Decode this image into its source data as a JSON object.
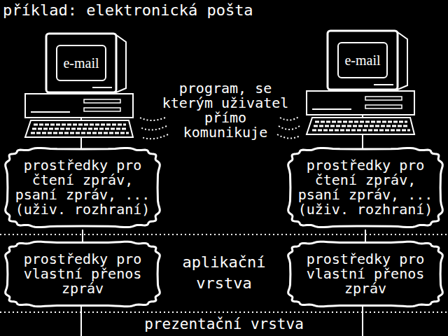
{
  "diagram": {
    "title": "příklad: elektronická pošta",
    "nodes": [
      {
        "text": [
          "e-mail"
        ]
      },
      {
        "text": [
          "e-mail"
        ]
      },
      {
        "text": [
          "prostředky pro čtení zpráv, psaní zpráv, ... (uživ. rozhraní)"
        ]
      },
      {
        "text": [
          "prostředky pro čtení zpráv, psaní zpráv, ... (uživ. rozhraní)"
        ]
      },
      {
        "text": [
          "prostředky pro vlastní přenos zpráv"
        ]
      },
      {
        "text": [
          "prostředky pro vlastní přenos zpráv"
        ]
      }
    ],
    "edges": [
      {
        "from": 0,
        "to": 2,
        "arrow": "none"
      },
      {
        "from": 2,
        "to": 4,
        "arrow": "none"
      },
      {
        "from": 1,
        "to": 3,
        "arrow": "none"
      },
      {
        "from": 3,
        "to": 5,
        "arrow": "none"
      }
    ],
    "labels": [
      "program, se kterým uživatel přímo komunikuje",
      "aplikační vrstva",
      "prezentační vrstva"
    ]
  }
}
